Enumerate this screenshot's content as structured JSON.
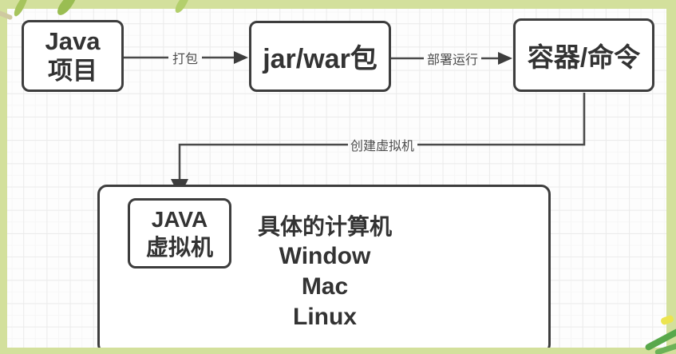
{
  "diagram": {
    "nodes": {
      "java_project": {
        "line1": "Java",
        "line2": "项目"
      },
      "jar_war_package": {
        "label": "jar/war包"
      },
      "container_command": {
        "label": "容器/命令"
      },
      "jvm": {
        "line1": "JAVA",
        "line2": "虚拟机"
      },
      "computer": {
        "title": "具体的计算机",
        "os": [
          "Window",
          "Mac",
          "Linux"
        ]
      }
    },
    "edges": {
      "package": {
        "label": "打包"
      },
      "deploy_run": {
        "label": "部署运行"
      },
      "create_vm": {
        "label": "创建虚拟机"
      }
    },
    "colors": {
      "node_border": "#3d3d3d",
      "node_text": "#333333",
      "edge_line": "#4a4a4a",
      "edge_label": "#4d4d4d",
      "frame_band": "#d3e09c",
      "leaf_green": "#9abd52",
      "leaf_dark_green": "#58a84b",
      "leaf_yellow": "#ece44f",
      "grid_line": "#ebebeb",
      "canvas": "#fdfdfd"
    }
  }
}
